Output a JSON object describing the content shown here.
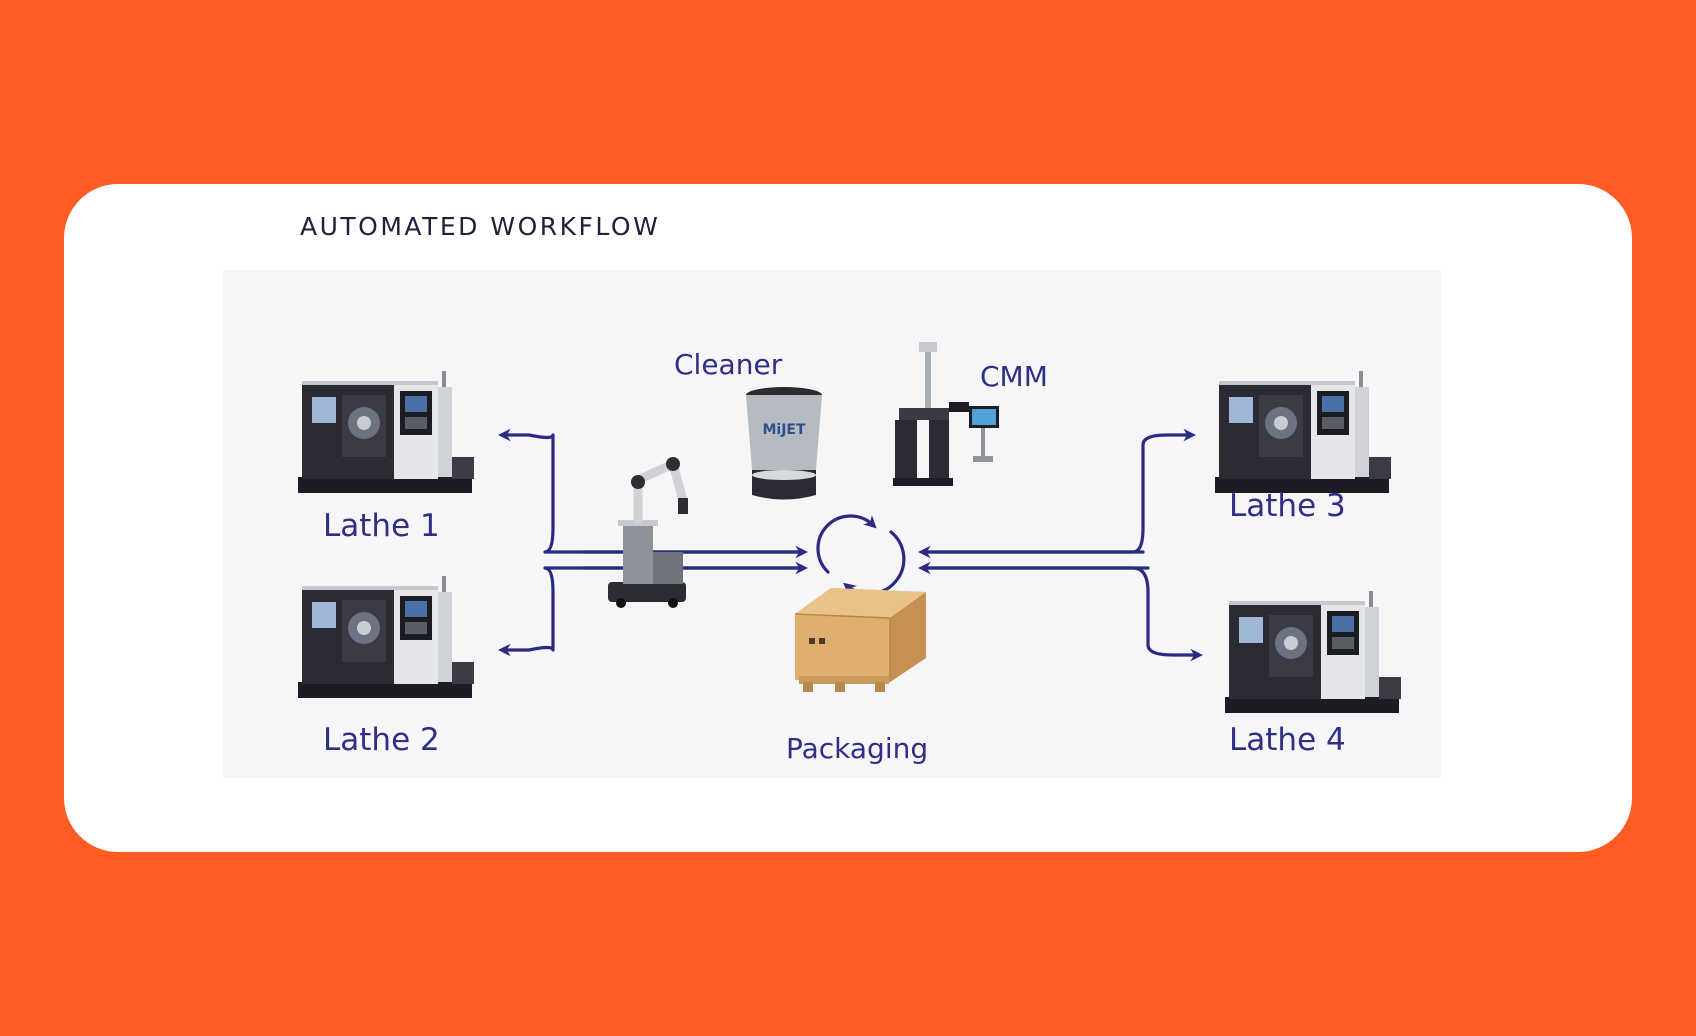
{
  "heading": "AUTOMATED WORKFLOW",
  "labels": {
    "lathe1": "Lathe 1",
    "lathe2": "Lathe 2",
    "lathe3": "Lathe 3",
    "lathe4": "Lathe 4",
    "cleaner": "Cleaner",
    "cmm": "CMM",
    "packaging": "Packaging"
  },
  "cleaner_brand": "MiJET",
  "colors": {
    "background": "#ff5b22",
    "card": "#ffffff",
    "panel": "#f6f6f8",
    "arrow": "#2a2a82",
    "label": "#2f2f86",
    "heading": "#1e2238"
  },
  "icons": [
    "lathe-icon",
    "robot-arm-icon",
    "cleaner-icon",
    "cmm-icon",
    "packaging-crate-icon",
    "cycle-icon"
  ]
}
